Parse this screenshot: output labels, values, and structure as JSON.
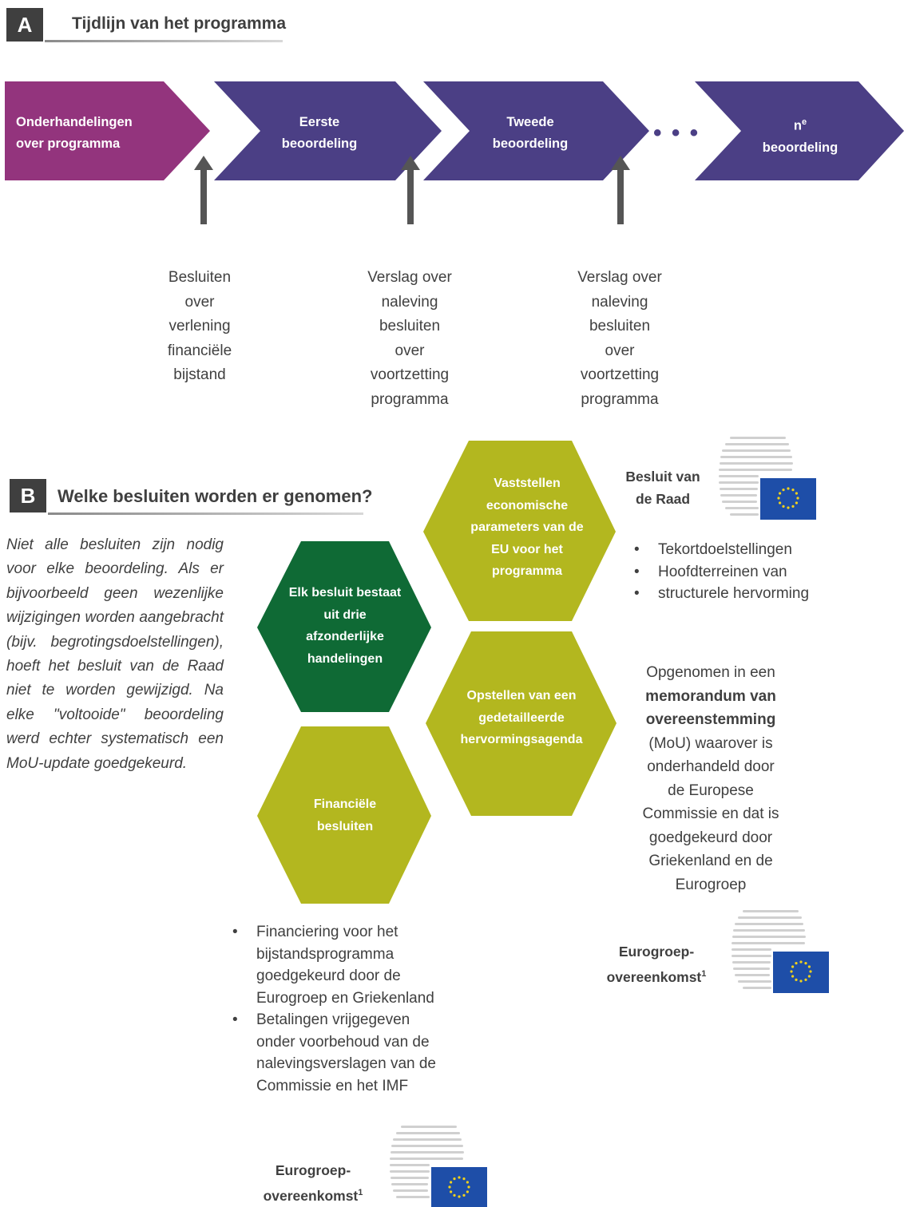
{
  "section_a": {
    "badge": "A",
    "title": "Tijdlijn van het programma"
  },
  "timeline": {
    "steps": [
      {
        "line1": "Onderhandelingen",
        "line2": "over programma"
      },
      {
        "line1": "Eerste",
        "line2": "beoordeling"
      },
      {
        "line1": "Tweede",
        "line2": "beoordeling"
      },
      {
        "line1": "e",
        "line1_prefix": "n",
        "line2": "beoordeling"
      }
    ],
    "ellipsis": "• • •",
    "notes": [
      [
        "Besluiten",
        "over",
        "verlening",
        "financiële",
        "bijstand"
      ],
      [
        "Verslag over",
        "naleving",
        "besluiten",
        "over",
        "voortzetting",
        "programma"
      ],
      [
        "Verslag over",
        "naleving",
        "besluiten",
        "over",
        "voortzetting",
        "programma"
      ]
    ]
  },
  "section_b": {
    "badge": "B",
    "title": "Welke besluiten worden er genomen?",
    "intro": "Niet alle besluiten zijn nodig voor elke beoordeling. Als er bijvoorbeeld geen wezenlijke wijzigingen worden aangebracht (bijv. begrotingsdoelstellingen), hoeft het besluit van de Raad niet te worden gewijzigd. Na elke \"voltooide\" beoordeling werd echter systematisch een MoU-update goedgekeurd."
  },
  "hexagons": {
    "center": [
      "Elk besluit bestaat",
      "uit drie",
      "afzonderlijke",
      "handelingen"
    ],
    "top": [
      "Vaststellen",
      "economische",
      "parameters van de",
      "EU voor het",
      "programma"
    ],
    "middle": [
      "Opstellen van een",
      "gedetailleerde",
      "hervormingsagenda"
    ],
    "bottom": [
      "Financiële",
      "besluiten"
    ]
  },
  "council": {
    "label_line1": "Besluit van",
    "label_line2": "de Raad",
    "bullets": [
      "Tekortdoelstellingen",
      "Hoofdterreinen van",
      "structurele hervorming"
    ]
  },
  "mou": {
    "line1": "Opgenomen in een",
    "bold1": "memorandum van",
    "bold2": "overeenstemming",
    "rest": [
      "(MoU) waarover is",
      "onderhandeld door",
      "de Europese",
      "Commissie en dat is",
      "goedgekeurd door",
      "Griekenland en de",
      "Eurogroep"
    ]
  },
  "eurogroup_right": {
    "line1": "Eurogroep-",
    "line2": "overeenkomst",
    "sup": "1"
  },
  "finance_bullets": [
    [
      "Financiering voor het",
      "bijstandsprogramma",
      "goedgekeurd door de",
      "Eurogroep en Griekenland"
    ],
    [
      "Betalingen vrijgegeven",
      "onder voorbehoud van de",
      "nalevingsverslagen van de",
      "Commissie en het IMF"
    ]
  ],
  "eurogroup_bottom": {
    "line1": "Eurogroep-",
    "line2": "overeenkomst",
    "sup": "1"
  },
  "colors": {
    "purple": "#4b3f85",
    "magenta": "#93347d",
    "olive": "#b3b71f",
    "green": "#0f6a35",
    "eu_blue": "#1e4ea8",
    "eu_star": "#f2d21b"
  }
}
